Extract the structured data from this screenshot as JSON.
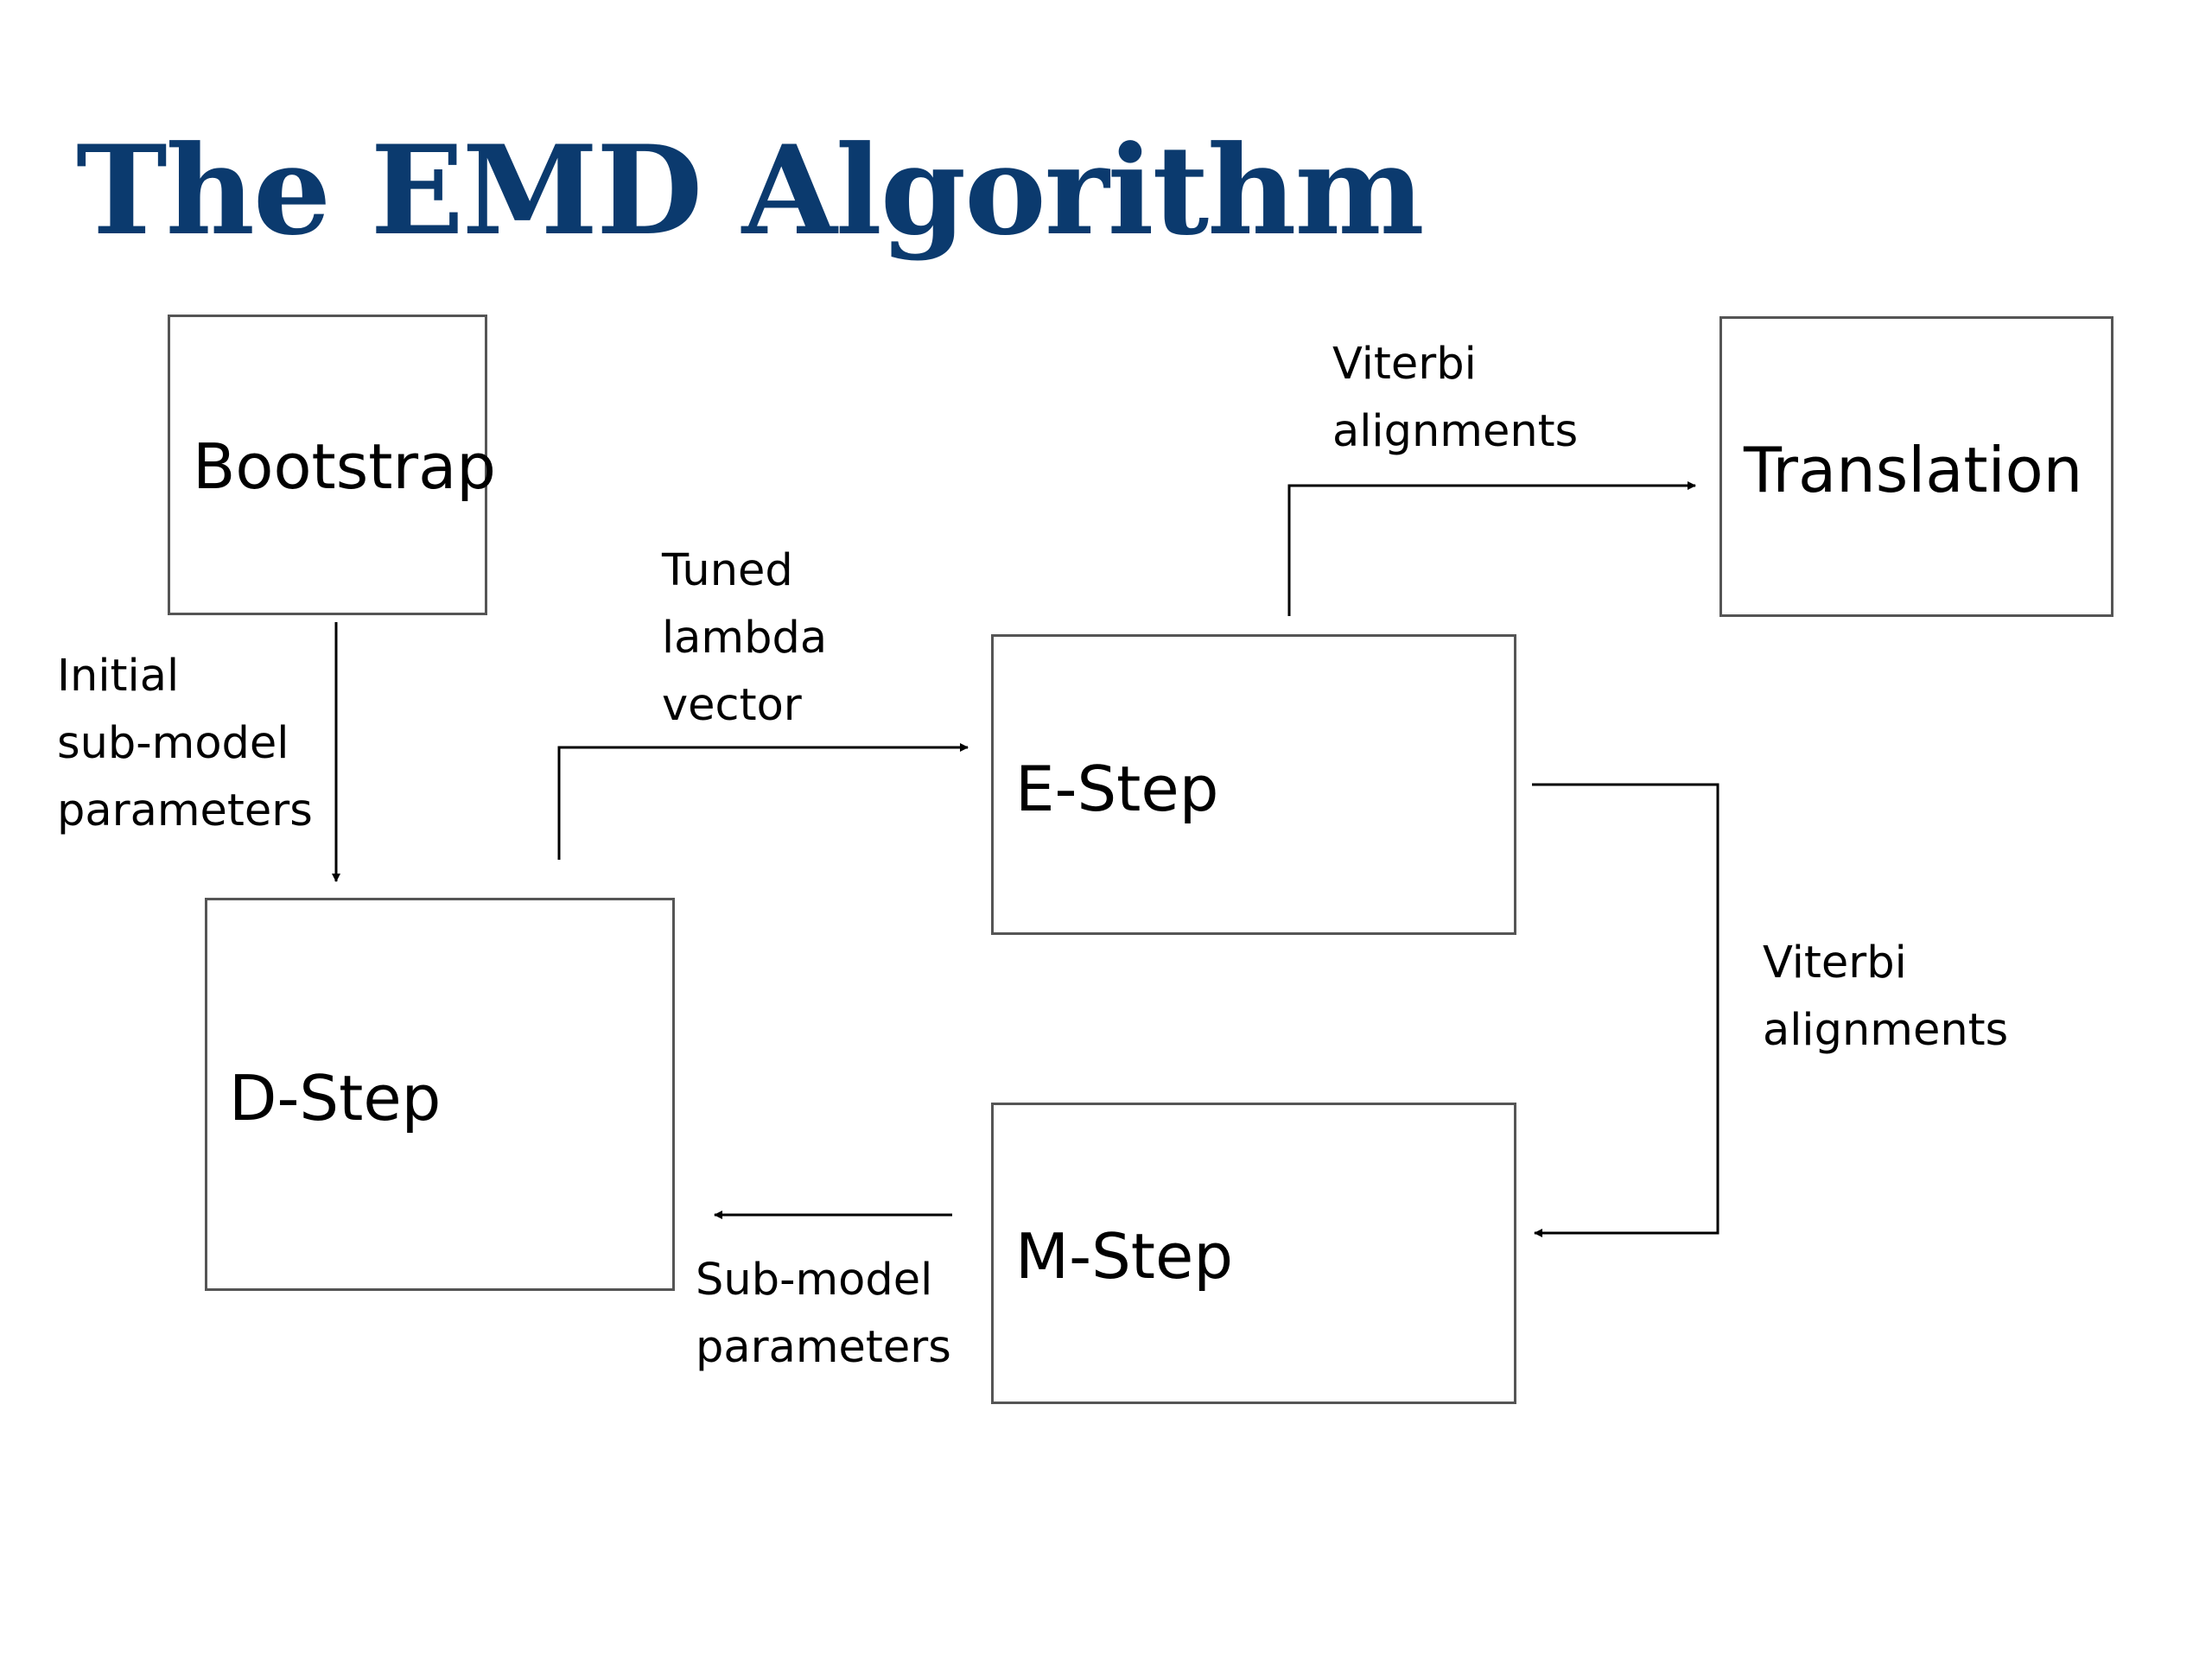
{
  "slide": {
    "title": "The EMD Algorithm",
    "title_color": "#0b3a6e"
  },
  "nodes": {
    "bootstrap": {
      "label": "Bootstrap"
    },
    "translation": {
      "label": "Translation"
    },
    "e_step": {
      "label": "E-Step"
    },
    "d_step": {
      "label": "D-Step"
    },
    "m_step": {
      "label": "M-Step"
    }
  },
  "edges": {
    "bootstrap_to_dstep": {
      "lines": [
        "Initial",
        "sub-model",
        "parameters"
      ]
    },
    "dstep_to_estep": {
      "lines": [
        "Tuned",
        "lambda",
        "vector"
      ]
    },
    "estep_to_translation": {
      "lines": [
        "Viterbi",
        "alignments"
      ]
    },
    "estep_to_mstep": {
      "lines": [
        "Viterbi",
        "alignments"
      ]
    },
    "mstep_to_dstep": {
      "lines": [
        "Sub-model",
        "parameters"
      ]
    }
  }
}
